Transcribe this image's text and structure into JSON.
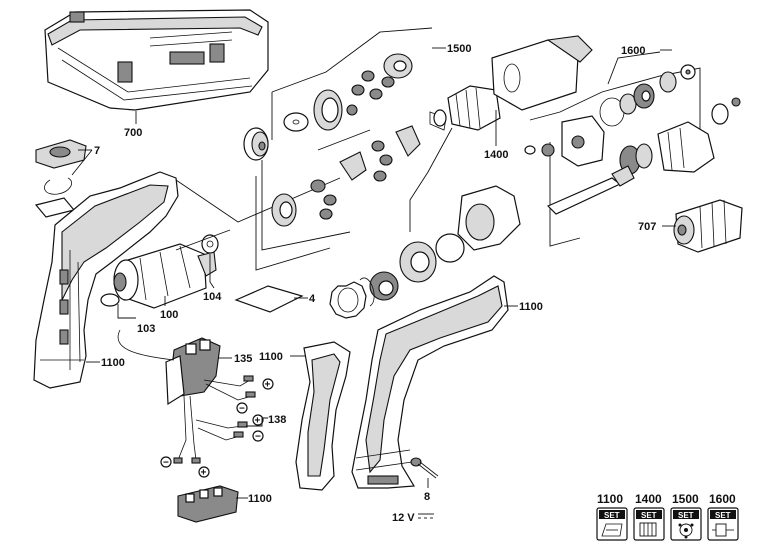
{
  "callouts": {
    "c700": "700",
    "c1500": "1500",
    "c1600": "1600",
    "c7": "7",
    "c1400": "1400",
    "c707": "707",
    "c104": "104",
    "c4": "4",
    "c100": "100",
    "c103": "103",
    "c1100_right": "1100",
    "c1100_left": "1100",
    "c1100_grip": "1100",
    "c135": "135",
    "c138": "138",
    "c8": "8",
    "c1100_bottom": "1100"
  },
  "wire_signs": {
    "plus": "+",
    "minus": "−"
  },
  "voltage": "12 V",
  "legend": {
    "set_word": "SET",
    "items": [
      {
        "label": "1100",
        "icon": "housing-set-icon"
      },
      {
        "label": "1400",
        "icon": "gear-ring-set-icon"
      },
      {
        "label": "1500",
        "icon": "planetary-gear-set-icon"
      },
      {
        "label": "1600",
        "icon": "spindle-set-icon"
      }
    ]
  }
}
